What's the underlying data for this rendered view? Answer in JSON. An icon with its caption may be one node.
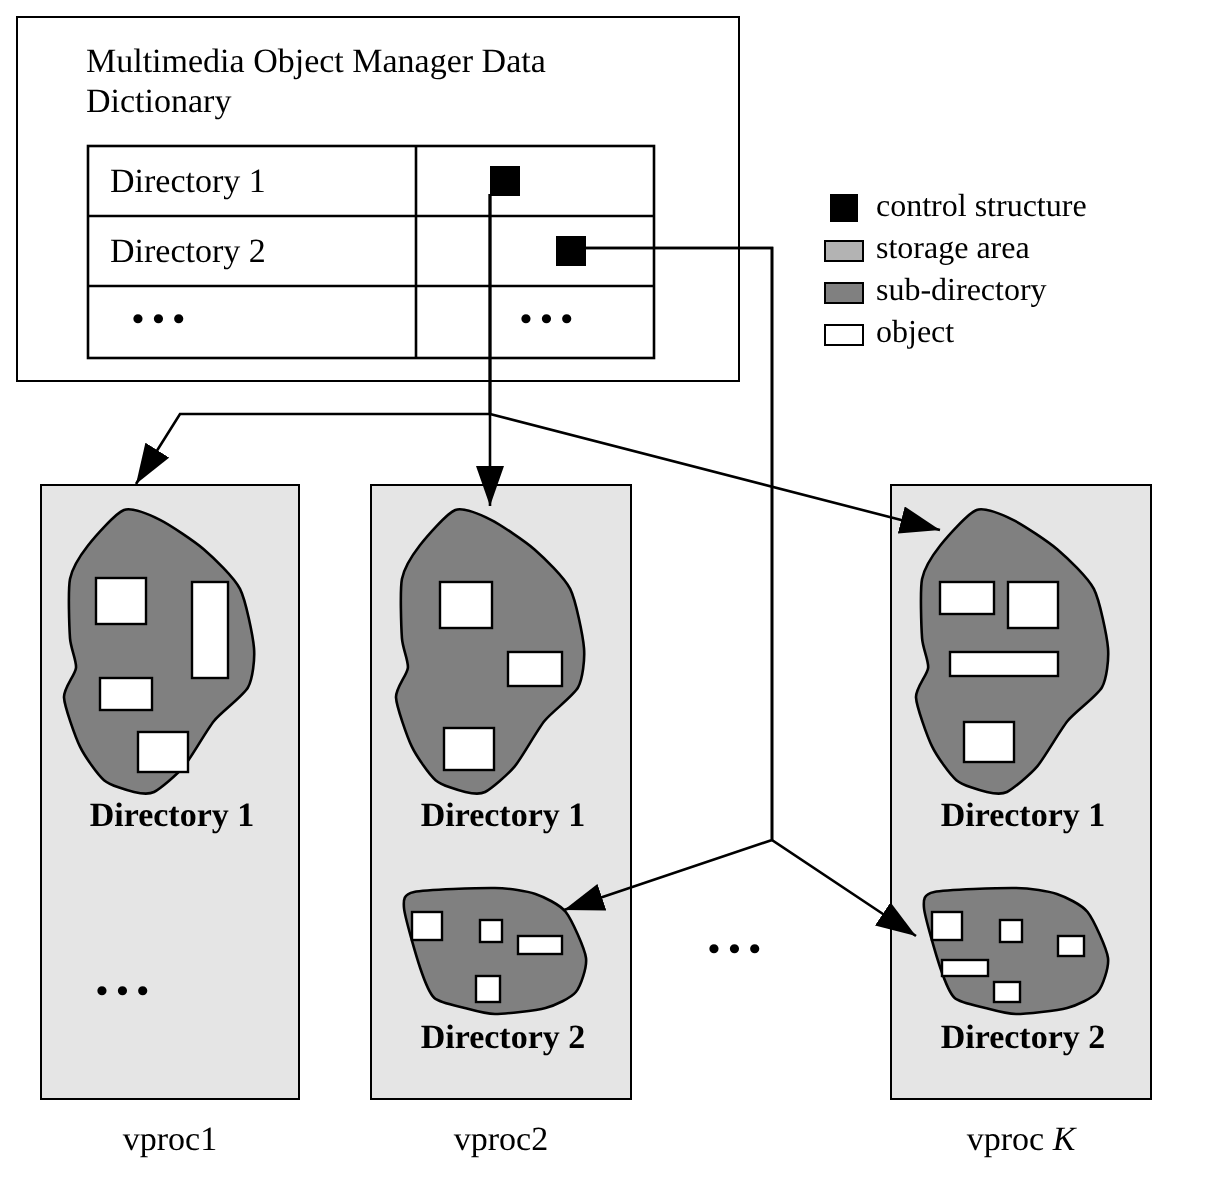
{
  "diagram": {
    "nodes": [
      {
        "text": [
          "Multimedia Object Manager Data Dictionary"
        ]
      },
      {
        "text": [
          "Directory 1"
        ],
        "in": 0
      },
      {
        "text": [],
        "shape": "box",
        "in": 0
      },
      {
        "text": [
          "Directory 2"
        ],
        "in": 0
      },
      {
        "text": [],
        "shape": "box",
        "in": 0
      },
      {
        "text": [],
        "shape": "box",
        "beside": [
          "vproc1"
        ]
      },
      {
        "text": [
          "Directory 1"
        ],
        "in": 5
      },
      {
        "text": [],
        "shape": "box",
        "beside": [
          "vproc2"
        ]
      },
      {
        "text": [
          "Directory 1"
        ],
        "in": 7
      },
      {
        "text": [
          "Directory 2"
        ],
        "in": 7
      },
      {
        "text": [],
        "shape": "box",
        "beside": [
          "vproc *K*"
        ]
      },
      {
        "text": [
          "Directory 1"
        ],
        "in": 10
      },
      {
        "text": [
          "Directory 2"
        ],
        "in": 10
      }
    ],
    "edges": [
      {
        "from": 2,
        "to": 5,
        "arrow": "to"
      },
      {
        "from": 2,
        "to": 8,
        "arrow": "to"
      },
      {
        "from": 2,
        "to": 11,
        "arrow": "to"
      },
      {
        "from": 4,
        "to": 9,
        "arrow": "to"
      },
      {
        "from": 4,
        "to": 12,
        "arrow": "to"
      }
    ],
    "labels": [
      "• • •",
      "• • •",
      "• • •",
      "• • •"
    ],
    "legend": [
      {
        "text": "control structure",
        "color": "#000000"
      },
      {
        "text": "storage area",
        "color": "#b3b3b3"
      },
      {
        "text": "sub-directory",
        "color": "#808080"
      },
      {
        "text": "object",
        "color": "#ffffff"
      }
    ]
  }
}
